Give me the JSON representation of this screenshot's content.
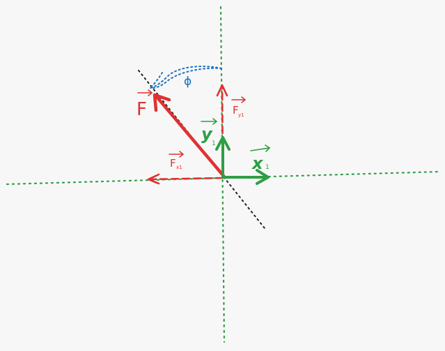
{
  "colors": {
    "background": "#f7f7f7",
    "force": "#e03131",
    "axes": "#2f9e44",
    "angle": "#1971c2",
    "line_of_action": "#1e1e1e"
  },
  "labels": {
    "force": "F",
    "force_x": "F",
    "force_x_sub": "x1",
    "force_y": "F",
    "force_y_sub": "y1",
    "axis_x": "x",
    "axis_x_sub": "1",
    "axis_y": "y",
    "axis_y_sub": "1",
    "angle": "ϕ"
  }
}
